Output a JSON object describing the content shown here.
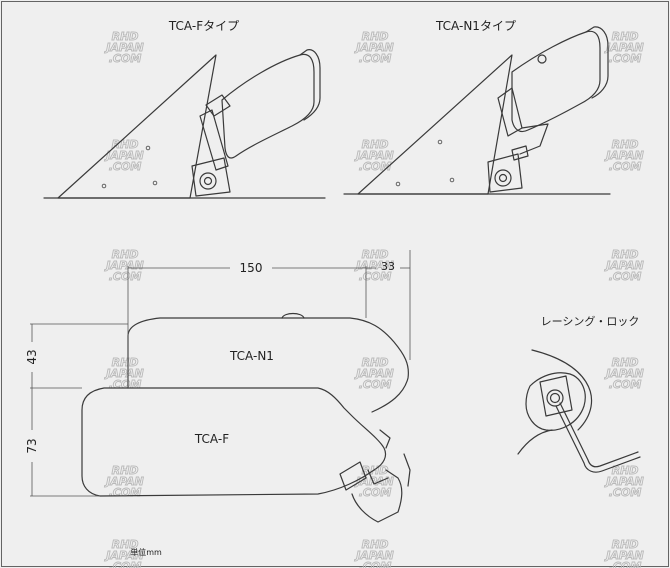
{
  "top_left": {
    "title": "TCA-Fタイプ"
  },
  "top_right": {
    "title": "TCA-N1タイプ"
  },
  "dimensions": {
    "width_main": "150",
    "width_offset": "33",
    "height_upper": "43",
    "height_lower": "73"
  },
  "outline_labels": {
    "upper": "TCA-N1",
    "lower": "TCA-F"
  },
  "racing_lock": {
    "label": "レーシング・ロック"
  },
  "unit": {
    "label": "単位mm"
  },
  "watermark": {
    "line1": "RHD",
    "line2": "JAPAN",
    "line3": ".COM"
  }
}
